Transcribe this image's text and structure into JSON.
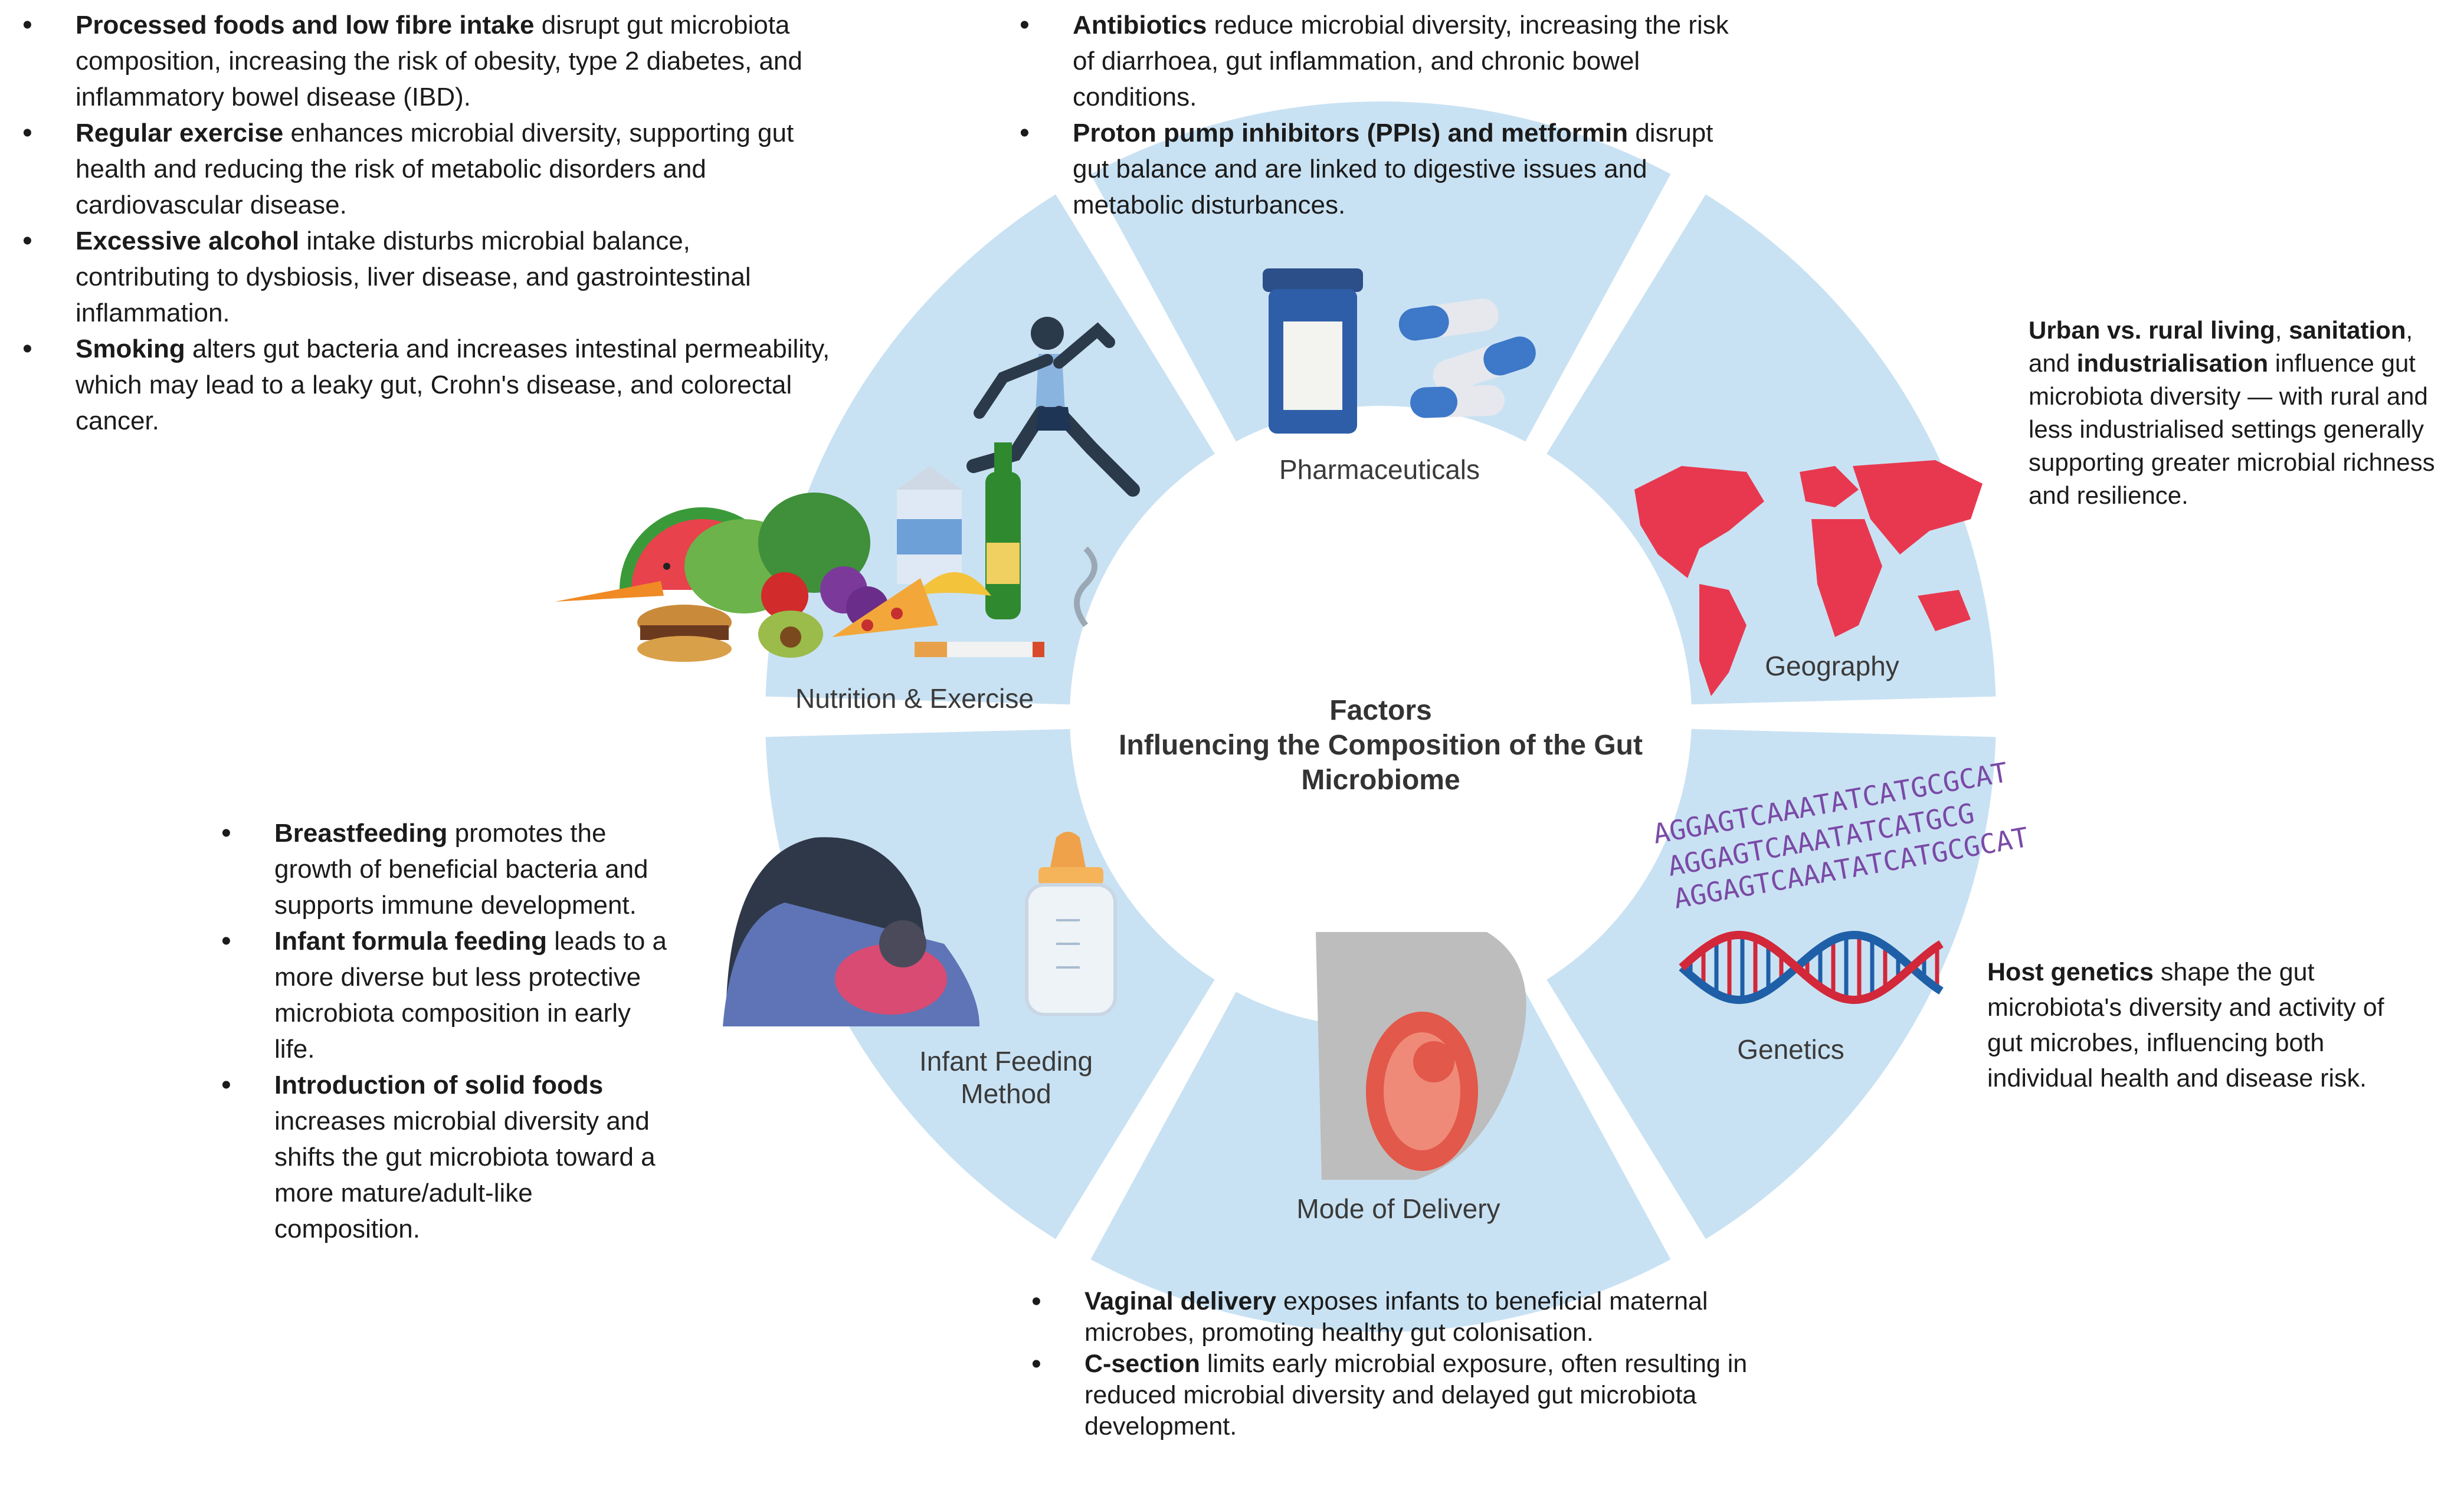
{
  "center_title": {
    "line1": "Factors",
    "line2": "Influencing the Composition of the Gut",
    "line3": "Microbiome"
  },
  "segments": {
    "nutrition": "Nutrition & Exercise",
    "pharmaceuticals": "Pharmaceuticals",
    "geography": "Geography",
    "genetics": "Genetics",
    "delivery": "Mode of Delivery",
    "infant_line1": "Infant Feeding",
    "infant_line2": "Method"
  },
  "dna_text": {
    "line1": "AGGAGTCAAATATCATGCGCAT",
    "line2": "AGGAGTCAAATATCATGCG",
    "line3": "AGGAGTCAAATATCATGCGCAT"
  },
  "nutrition_notes": [
    {
      "bold": "Processed foods and low fibre intake",
      "text": " disrupt gut microbiota composition, increasing the risk of obesity, type 2 diabetes, and inflammatory bowel disease (IBD)."
    },
    {
      "bold": "Regular exercise",
      "text": " enhances microbial diversity, supporting gut health and reducing the risk of metabolic disorders and cardiovascular disease."
    },
    {
      "bold": "Excessive alcohol",
      "text": " intake disturbs microbial balance, contributing to dysbiosis, liver disease, and gastrointestinal inflammation."
    },
    {
      "bold": "Smoking",
      "text": " alters gut bacteria and increases intestinal permeability, which may lead to a leaky gut, Crohn's disease, and colorectal cancer."
    }
  ],
  "pharma_notes": [
    {
      "bold": "Antibiotics",
      "text": " reduce microbial diversity, increasing the risk of diarrhoea, gut inflammation, and chronic bowel conditions."
    },
    {
      "bold": "Proton pump inhibitors (PPIs) and metformin",
      "text": " disrupt gut balance and are linked to digestive issues and metabolic disturbances."
    }
  ],
  "geography_note": {
    "b1": "Urban vs. rural living",
    "t1": ",",
    "b2": "sanitation",
    "t2": ", and",
    "b3": "industrialisation",
    "t3": " influence gut microbiota diversity — with rural and less industrialised settings generally supporting greater microbial richness and resilience."
  },
  "genetics_note": {
    "bold": "Host genetics",
    "text": " shape the gut microbiota's diversity and activity of gut microbes, influencing both individual health and disease risk."
  },
  "infant_notes": [
    {
      "bold": "Breastfeeding",
      "text": " promotes the growth of beneficial bacteria and supports immune development."
    },
    {
      "bold": "Infant formula feeding",
      "text": " leads to a more diverse but less protective microbiota composition in early life."
    },
    {
      "bold": "Introduction of solid foods",
      "text": " increases microbial diversity and shifts the gut microbiota toward a more mature/adult-like composition."
    }
  ],
  "delivery_notes": [
    {
      "bold": "Vaginal delivery",
      "text": " exposes infants to beneficial maternal microbes, promoting healthy gut colonisation."
    },
    {
      "bold": "C-section",
      "text": " limits early microbial exposure, often resulting in reduced microbial diversity and delayed gut microbiota development."
    }
  ],
  "colors": {
    "ring": "#c9e2f3",
    "ring_gap": "#ffffff",
    "map": "#e8384f",
    "dna_blue": "#1f5fa8",
    "dna_red": "#d2283a",
    "dna_text": "#7a4aa6"
  }
}
